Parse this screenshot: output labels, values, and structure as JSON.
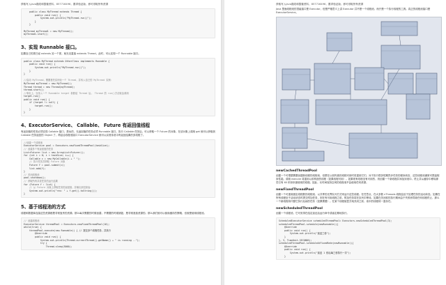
{
  "left": {
    "top_note": "获取写入Java路线和整套资料，857716496，要求验证版，即可领取所有资源",
    "code1": [
      "    public class MyThread extends Thread {",
      "        public void run() {",
      "            System.out.println(\"MyThread.run()\");",
      "        }",
      "    }",
      "",
      "MyThread myThread1 = new MyThread();",
      "myThread1.start();"
    ],
    "sec3_title": "3、实现 Runnable 接口。",
    "sec3_p": "如果自己的类已经 extends 另一个类，就无法直接 extends Thread，此时，可以实现一个 Runnable 接口。",
    "code2": [
      "public class MyThread extends OtherClass implements Runnable {",
      "    public void run() {",
      "        System.out.println(\"MyThread.run()\");",
      "    }",
      "}",
      "",
      "//启动 MyThread，需要首先实例化一个 Thread，并传入自己的 MyThread 实例：",
      "MyThread myThread = new MyThread();",
      "Thread thread = new Thread(myThread);",
      "thread.start();",
      "//事实上，当传入一个 Runnable target 参数给 Thread 后， Thread 的 run()方法就会调用",
      "target.run()",
      "public void run() {",
      "    if (target != null) {",
      "        target.run();",
      "    }",
      "}"
    ],
    "sec4_title": "4、ExecutorService、 Callable、 Future 有返回值线程",
    "sec4_p": "有返回值的任务必须实现 Callable 接口，类似的，无返回值的任务必须 Runnable 接口。执行 Callable 任务后，可以获取一个 Future 的对象，在该对象上调用 get 就可以获取到 Callable 任务返回的 Object 了，再结合线程池接口 ExecutorService 就可以实现传说中有返回结果的多线程了。",
    "code3": [
      "//创建一个线程池",
      "ExecutorService pool = Executors.newFixedThreadPool(taskSize);",
      "// 创建多个有返回值的任务",
      "List<Future> list = new ArrayList<Future>();",
      "for (int i = 0; i < taskSize; i++) {",
      "    Callable c = new MyCallable(i + \" \");",
      "    // 执行任务并获取 Future 对象",
      "    Future f = pool.submit(c);",
      "    list.add(f);",
      "}",
      "// 关闭线程池",
      "pool.shutdown();",
      "// 获取所有并发任务的运行结果",
      "for (Future f : list) {",
      "    // 从 Future 对象上获取任务的返回值，并输出到控制台",
      "    System.out.println(\"res: \" + f.get().toString());",
      "}"
    ],
    "sec5_title": "5、基于线程池的方式",
    "sec5_p": "线程和数据库连接这些资源都是非常宝贵的资源。那么每次需要的时候创建，不需要的时候销毁，是非常浪费资源的。那么我们就可以使用缓存的策略，也就是使用线程池。",
    "code4": [
      "// 创建线程池",
      "ExecutorService threadPool = Executors.newFixedThreadPool(10);",
      "while(true) {",
      "    threadPool.execute(new Runnable() { // 提交多个线程任务，并执行",
      "        @Override",
      "        public void run() {",
      "            System.out.println(Thread.currentThread().getName() + \" is running ..\");",
      "            try {",
      "                Thread.sleep(3000);"
    ]
  },
  "right": {
    "top_note": "获取写入Java路线和整套资料，857716496，要求验证版，即可领取所有资源",
    "intro_p": "Java 里面线程池的顶级接口是 Executor，但是严格意义上讲 Executor 并不是一个线程池，而只是一个执行线程的工具。真正的线程池接口是 ExecutorService。",
    "diagram_title": "ExecutorService class diagram",
    "sub1": "newCachedThreadPool",
    "p1": "创建一个可根据需要创建新线程的线程池，但是在以前构造的线程可用时将重用它们。对于执行很多短期异步任务的程序而言，这些线程池通常可提高程序性能。调用 execute 将重用以前构造的线程（如果线程可用）。如果现有线程没有可用的，则创建一个新线程并添加到池中。终止并从缓存中移除那些已有 60 秒钟未被使用的线程。因此，长时间保持空闲的线程池不会使用任何资源。",
    "sub2": "newFixedThreadPool",
    "p2": "创建一个可重用固定线程数的线程池，以共享的无界队列方式来运行这些线程。在任意点，在大多数 nThreads 线程会处于处理任务的活动状态。如果在所有线程处于活动状态时提交附加任务，则在有可用线程之前，附加任务将在队列中等待。如果在关闭前的执行期间由于失败而导致任何线程终止，那么一个新线程将代替它执行后续的任务（如果需要）。在某个线程被显式地关闭之前，池中的线程将一直存在。",
    "sub3": "newScheduledThreadPool",
    "p3": "创建一个线程池，它可安排在给定延迟后运行命令或者定期地执行。",
    "code5": [
      "ScheduledExecutorService scheduledThreadPool= Executors.newScheduledThreadPool(3);",
      "scheduledThreadPool.schedule(newRunnable(){",
      "    @Override",
      "    public void run() {",
      "        System.out.println(\"延迟三秒\");",
      "    }",
      "}, 3, TimeUnit.SECONDS);",
      "scheduledThreadPool.scheduleAtFixedRate(newRunnable(){",
      "    @Override",
      "    public void run() {",
      "        System.out.println(\"延迟 1 秒后每三秒执行一次\");",
      "    }"
    ]
  },
  "colors": {
    "diagram_bg": "#e2e6ee",
    "uml_box": "#b7c4d9",
    "uml_border": "#56657f",
    "code_bg": "#f7f7f7"
  }
}
